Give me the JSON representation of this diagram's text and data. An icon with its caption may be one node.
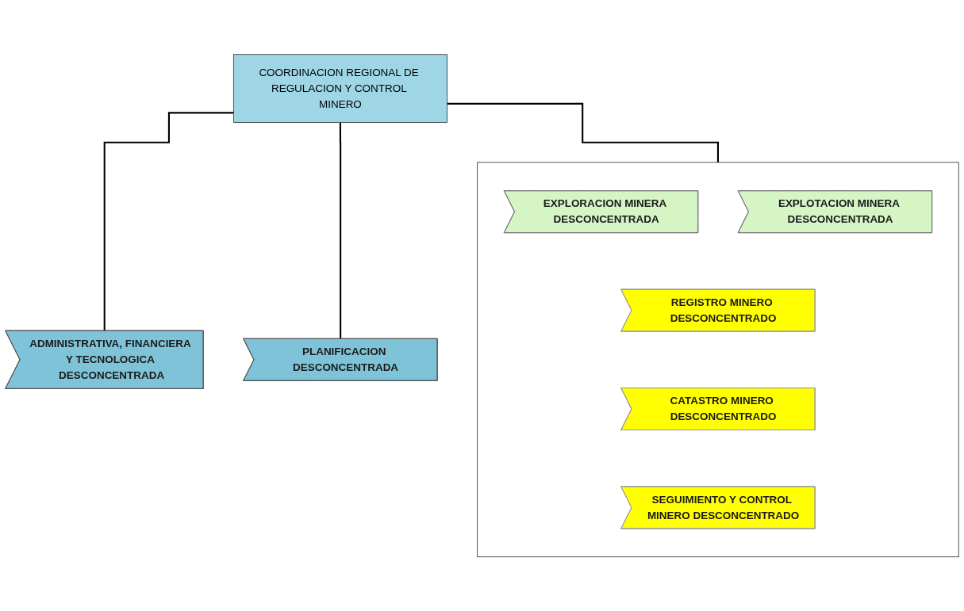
{
  "diagram": {
    "nodes": [
      {
        "text": [
          "COORDINACION REGIONAL DE REGULACION Y CONTROL MINERO"
        ]
      },
      {
        "text": [
          "ADMINISTRATIVA, FINANCIERA Y TECNOLOGICA DESCONCENTRADA"
        ]
      },
      {
        "text": [
          "PLANIFICACION DESCONCENTRADA"
        ]
      },
      {
        "text": [],
        "shape": "box"
      },
      {
        "text": [
          "EXPLORACION MINERA DESCONCENTRADA"
        ],
        "in": 3
      },
      {
        "text": [
          "EXPLOTACION MINERA DESCONCENTRADA"
        ],
        "in": 3
      },
      {
        "text": [
          "REGISTRO MINERO DESCONCENTRADO"
        ],
        "in": 3
      },
      {
        "text": [
          "CATASTRO MINERO DESCONCENTRADO"
        ],
        "in": 3
      },
      {
        "text": [
          "SEGUIMIENTO Y CONTROL MINERO DESCONCENTRADO"
        ],
        "in": 3
      }
    ],
    "edges": [
      {
        "from": 0,
        "to": 1,
        "arrow": "none"
      },
      {
        "from": 0,
        "to": 2,
        "arrow": "none"
      },
      {
        "from": 0,
        "to": 3,
        "arrow": "none"
      }
    ]
  }
}
